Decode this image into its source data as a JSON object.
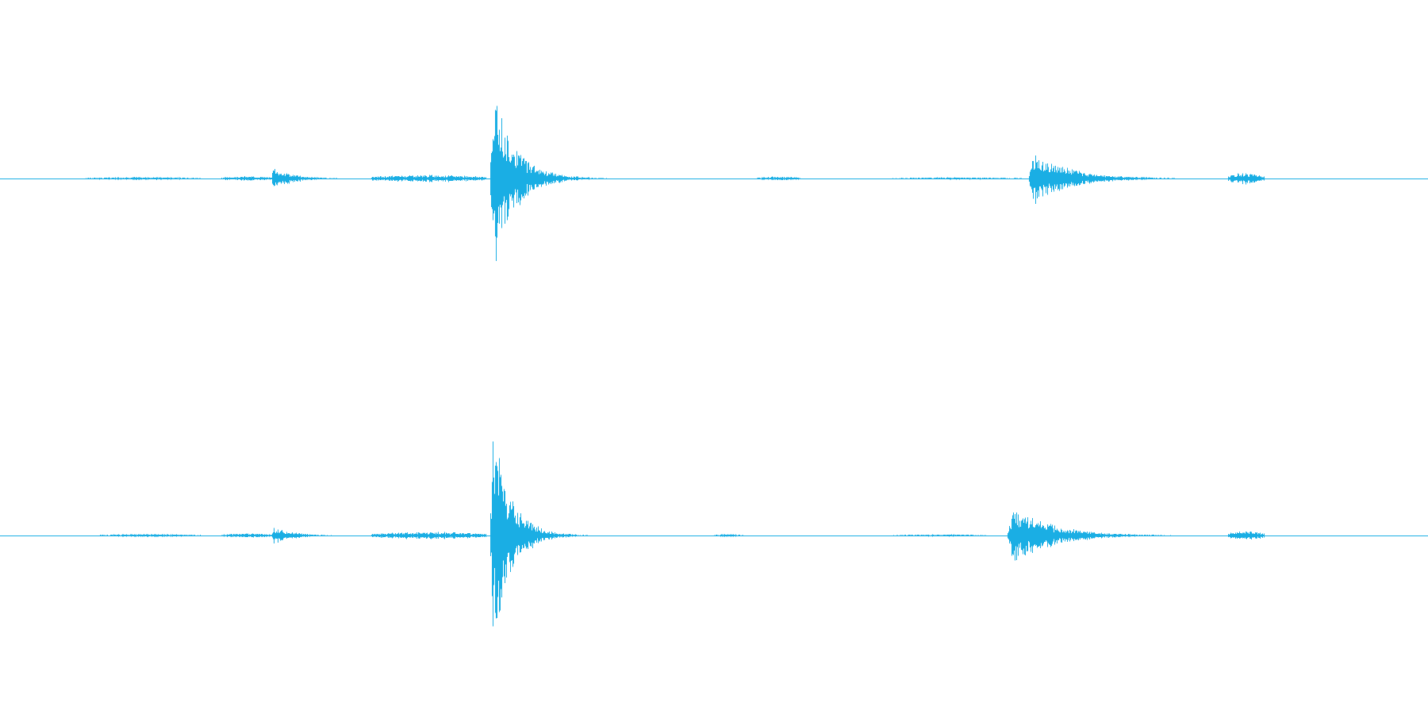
{
  "colors": {
    "background": "#ffffff",
    "waveform": "#1aaee4"
  },
  "chart_data": {
    "type": "area",
    "x": {
      "unit": "fraction-of-clip",
      "range": [
        0,
        1
      ]
    },
    "y": {
      "unit": "normalized-amplitude",
      "range": [
        -1,
        1
      ]
    },
    "grid": false,
    "series": [
      {
        "channel": 1,
        "bursts": [
          {
            "start": 0.06,
            "end": 0.14,
            "peak": 0.008,
            "decay": 0.5
          },
          {
            "start": 0.155,
            "end": 0.19,
            "peak": 0.012,
            "decay": 0.5
          },
          {
            "start": 0.19,
            "end": 0.245,
            "peak": 0.07,
            "decay": 0.25
          },
          {
            "start": 0.26,
            "end": 0.34,
            "peak": 0.02,
            "decay": 0.5
          },
          {
            "start": 0.343,
            "end": 0.51,
            "peak": 0.62,
            "decay": 0.09
          },
          {
            "start": 0.53,
            "end": 0.56,
            "peak": 0.01,
            "decay": 0.5
          },
          {
            "start": 0.625,
            "end": 0.715,
            "peak": 0.006,
            "decay": 0.5
          },
          {
            "start": 0.72,
            "end": 0.93,
            "peak": 0.17,
            "decay": 0.12
          },
          {
            "start": 0.86,
            "end": 0.885,
            "peak": 0.03,
            "decay": 0.5
          }
        ]
      },
      {
        "channel": 2,
        "bursts": [
          {
            "start": 0.07,
            "end": 0.14,
            "peak": 0.008,
            "decay": 0.5
          },
          {
            "start": 0.155,
            "end": 0.19,
            "peak": 0.012,
            "decay": 0.5
          },
          {
            "start": 0.19,
            "end": 0.245,
            "peak": 0.055,
            "decay": 0.25
          },
          {
            "start": 0.26,
            "end": 0.34,
            "peak": 0.02,
            "decay": 0.5
          },
          {
            "start": 0.343,
            "end": 0.48,
            "peak": 0.78,
            "decay": 0.09
          },
          {
            "start": 0.5,
            "end": 0.52,
            "peak": 0.008,
            "decay": 0.5
          },
          {
            "start": 0.625,
            "end": 0.69,
            "peak": 0.006,
            "decay": 0.5
          },
          {
            "start": 0.705,
            "end": 0.93,
            "peak": 0.19,
            "decay": 0.12
          },
          {
            "start": 0.86,
            "end": 0.885,
            "peak": 0.025,
            "decay": 0.5
          }
        ]
      }
    ]
  }
}
